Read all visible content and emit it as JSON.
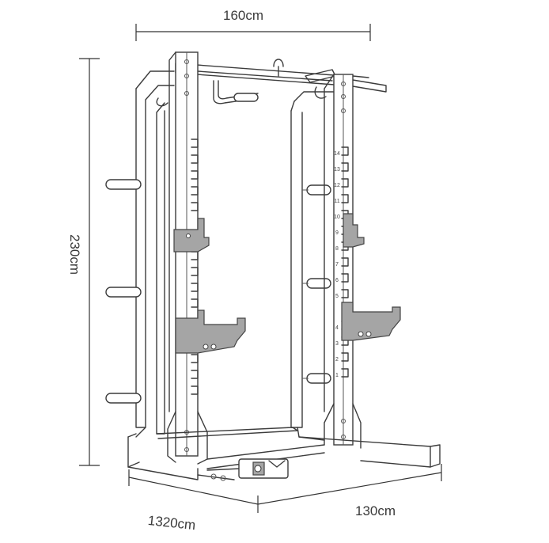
{
  "dimensions": {
    "width": "160cm",
    "height": "230cm",
    "length": "1320cm",
    "depth": "130cm"
  },
  "rack_hole_numbers": [
    "14",
    "13",
    "12",
    "11",
    "10",
    "9",
    "8",
    "7",
    "6",
    "5",
    "4",
    "3",
    "2",
    "1"
  ],
  "colors": {
    "line": "#3c3c3c",
    "accent_grey": "#9a9a9a",
    "background": "#ffffff"
  }
}
